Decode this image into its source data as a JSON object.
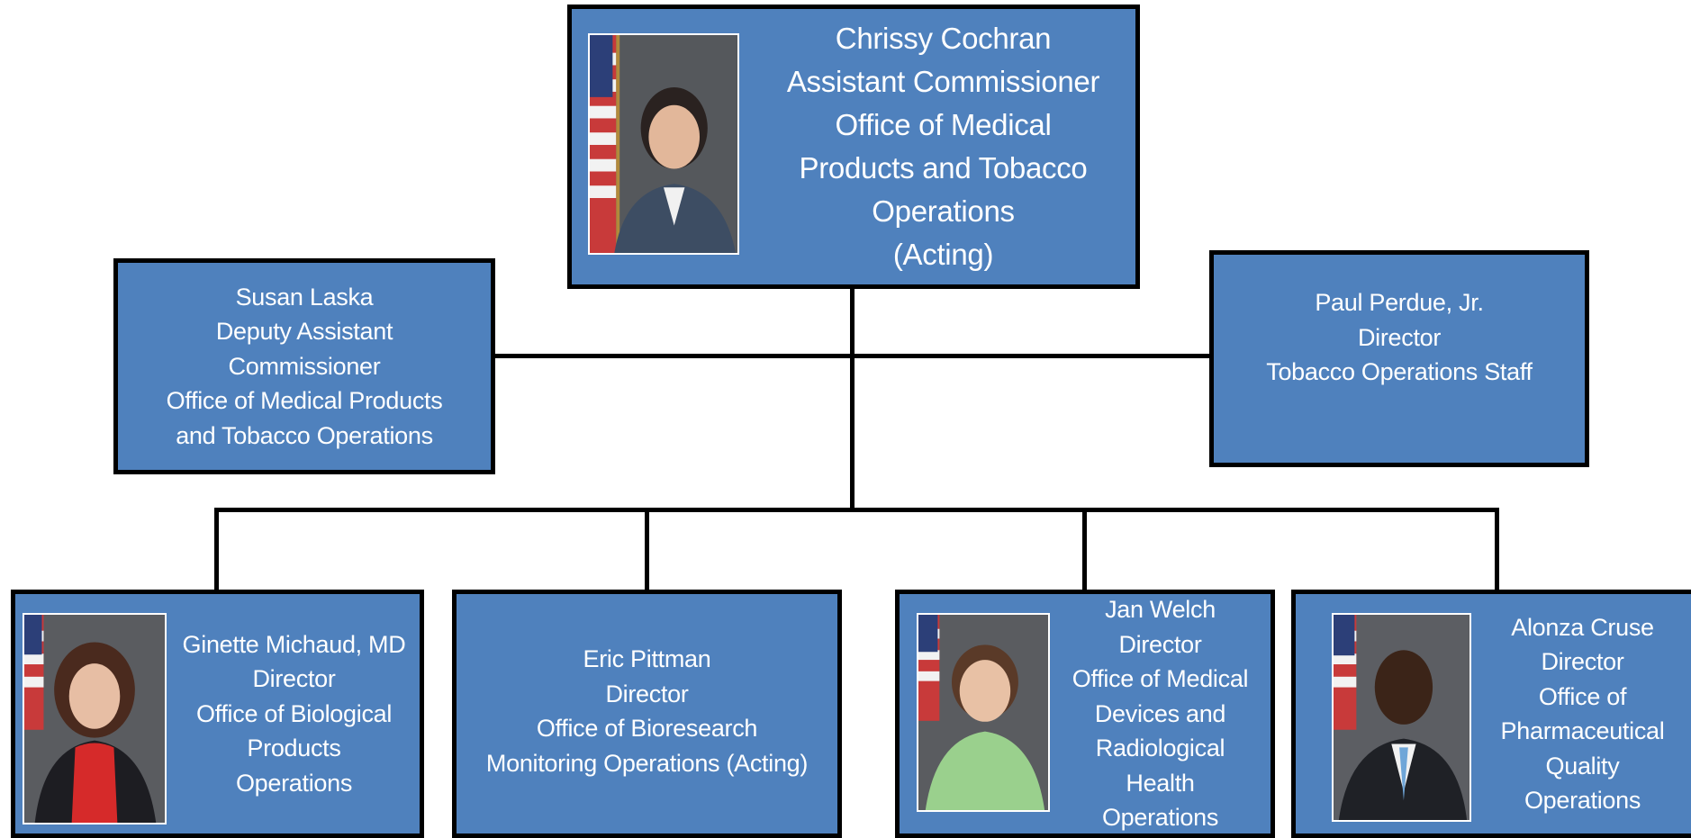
{
  "org_chart": {
    "head": {
      "lines": [
        "Chrissy Cochran",
        "Assistant Commissioner",
        "Office of Medical",
        "Products and Tobacco",
        "Operations",
        "(Acting)"
      ],
      "photo": "portrait-woman-dark-hair-flag"
    },
    "deputy": {
      "lines": [
        "Susan Laska",
        "Deputy Assistant",
        "Commissioner",
        "Office of Medical Products",
        "and Tobacco Operations"
      ]
    },
    "staff": {
      "lines": [
        "Paul Perdue, Jr.",
        "Director",
        "Tobacco Operations Staff"
      ]
    },
    "offices": [
      {
        "lines": [
          "Ginette Michaud, MD",
          "Director",
          "Office of Biological",
          "Products",
          "Operations"
        ],
        "photo": "portrait-woman-red-top-flag"
      },
      {
        "lines": [
          "Eric Pittman",
          "Director",
          "Office of Bioresearch",
          "Monitoring Operations (Acting)"
        ]
      },
      {
        "lines": [
          "Jan Welch",
          "Director",
          "Office of Medical",
          "Devices and",
          "Radiological",
          "Health",
          "Operations"
        ],
        "photo": "portrait-woman-green-cardigan-flag"
      },
      {
        "lines": [
          "Alonza Cruse",
          "Director",
          "Office of",
          "Pharmaceutical",
          "Quality",
          "Operations"
        ],
        "photo": "portrait-man-suit-flag"
      }
    ],
    "colors": {
      "box_fill": "#4f81bd",
      "box_border": "#000000",
      "text": "#ffffff",
      "connector": "#000000"
    }
  }
}
